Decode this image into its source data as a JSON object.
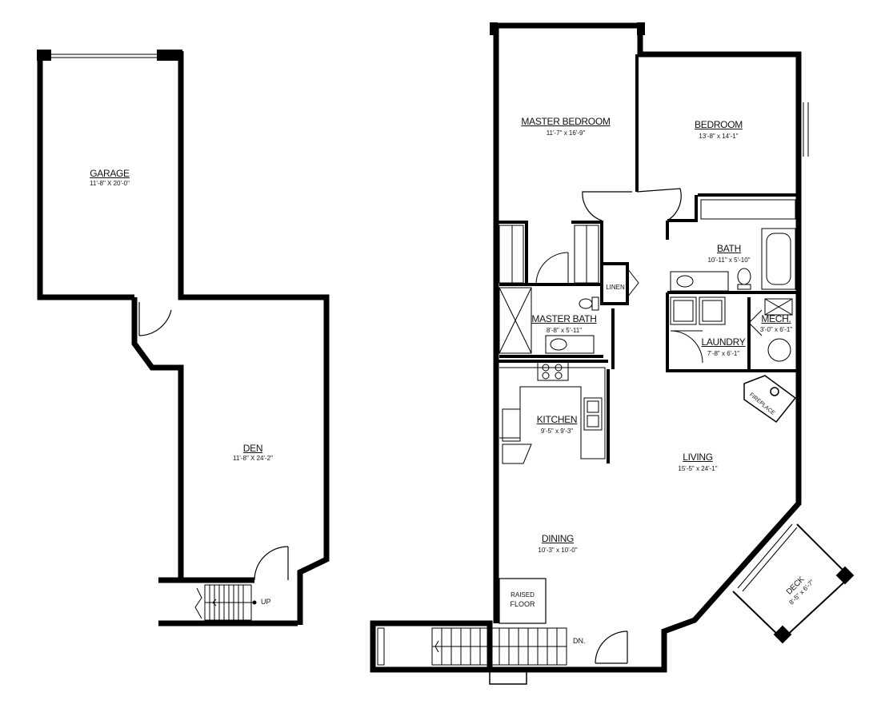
{
  "rooms": {
    "garage": {
      "name": "GARAGE",
      "dims": "11'-8\" X 20'-0\""
    },
    "den": {
      "name": "DEN",
      "dims": "11'-8\" X 24'-2\""
    },
    "master_bedroom": {
      "name": "MASTER BEDROOM",
      "dims": "11'-7\" x 16'-9\""
    },
    "bedroom": {
      "name": "BEDROOM",
      "dims": "13'-8\" x 14'-1\""
    },
    "bath": {
      "name": "BATH",
      "dims": "10'-11\" x 5'-10\""
    },
    "linen": {
      "name": "LINEN"
    },
    "master_bath": {
      "name": "MASTER BATH",
      "dims": "8'-8\" x 5'-11\""
    },
    "mech": {
      "name": "MECH.",
      "dims": "3'-0\" x 6'-1\""
    },
    "laundry": {
      "name": "LAUNDRY",
      "dims": "7'-8\" x 6'-1\""
    },
    "kitchen": {
      "name": "KITCHEN",
      "dims": "9'-5\" x 9'-3\""
    },
    "fireplace": {
      "name": "FIREPLACE"
    },
    "living": {
      "name": "LIVING",
      "dims": "15'-5\" x 24'-1\""
    },
    "dining": {
      "name": "DINING",
      "dims": "10'-3\" x 10'-0\""
    },
    "deck": {
      "name": "DECK",
      "dims": "8'-5\" x 6'-7\""
    },
    "raised_floor": {
      "line1": "RAISED",
      "line2": "FLOOR"
    }
  },
  "stairs": {
    "up_label": "UP",
    "down_label": "DN."
  },
  "colors": {
    "wall": "#000000",
    "fixture": "#333333",
    "background": "#ffffff"
  }
}
